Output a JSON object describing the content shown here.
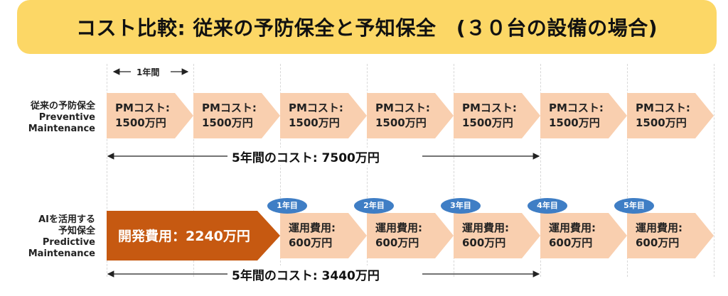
{
  "title": "コスト比較: 従来の予防保全と予知保全　(３０台の設備の場合)",
  "year_span_label": "1年間",
  "preventive": {
    "label_lines": [
      "従来の予防保全",
      "Preventive",
      "Maintenance"
    ],
    "chevrons": [
      {
        "line1": "PMコスト:",
        "line2": "1500万円"
      },
      {
        "line1": "PMコスト:",
        "line2": "1500万円"
      },
      {
        "line1": "PMコスト:",
        "line2": "1500万円"
      },
      {
        "line1": "PMコスト:",
        "line2": "1500万円"
      },
      {
        "line1": "PMコスト:",
        "line2": "1500万円"
      },
      {
        "line1": "PMコスト:",
        "line2": "1500万円"
      },
      {
        "line1": "PMコスト:",
        "line2": "1500万円"
      }
    ],
    "total_label": "5年間のコスト: 7500万円"
  },
  "predictive": {
    "label_lines": [
      "AIを活用する",
      "予知保全",
      "Predictive",
      "Maintenance"
    ],
    "development_label": "開発費用：2240万円",
    "chevrons": [
      {
        "year": "1年目",
        "line1": "運用費用:",
        "line2": "600万円"
      },
      {
        "year": "2年目",
        "line1": "運用費用:",
        "line2": "600万円"
      },
      {
        "year": "3年目",
        "line1": "運用費用:",
        "line2": "600万円"
      },
      {
        "year": "4年目",
        "line1": "運用費用:",
        "line2": "600万円"
      },
      {
        "year": "5年目",
        "line1": "運用費用:",
        "line2": "600万円"
      }
    ],
    "total_label": "5年間のコスト: 3440万円"
  },
  "colors": {
    "title_bg": "#fcd766",
    "chevron_light": "#f9cfaf",
    "development_chevron": "#c65911",
    "year_badge": "#3f7ec5"
  }
}
